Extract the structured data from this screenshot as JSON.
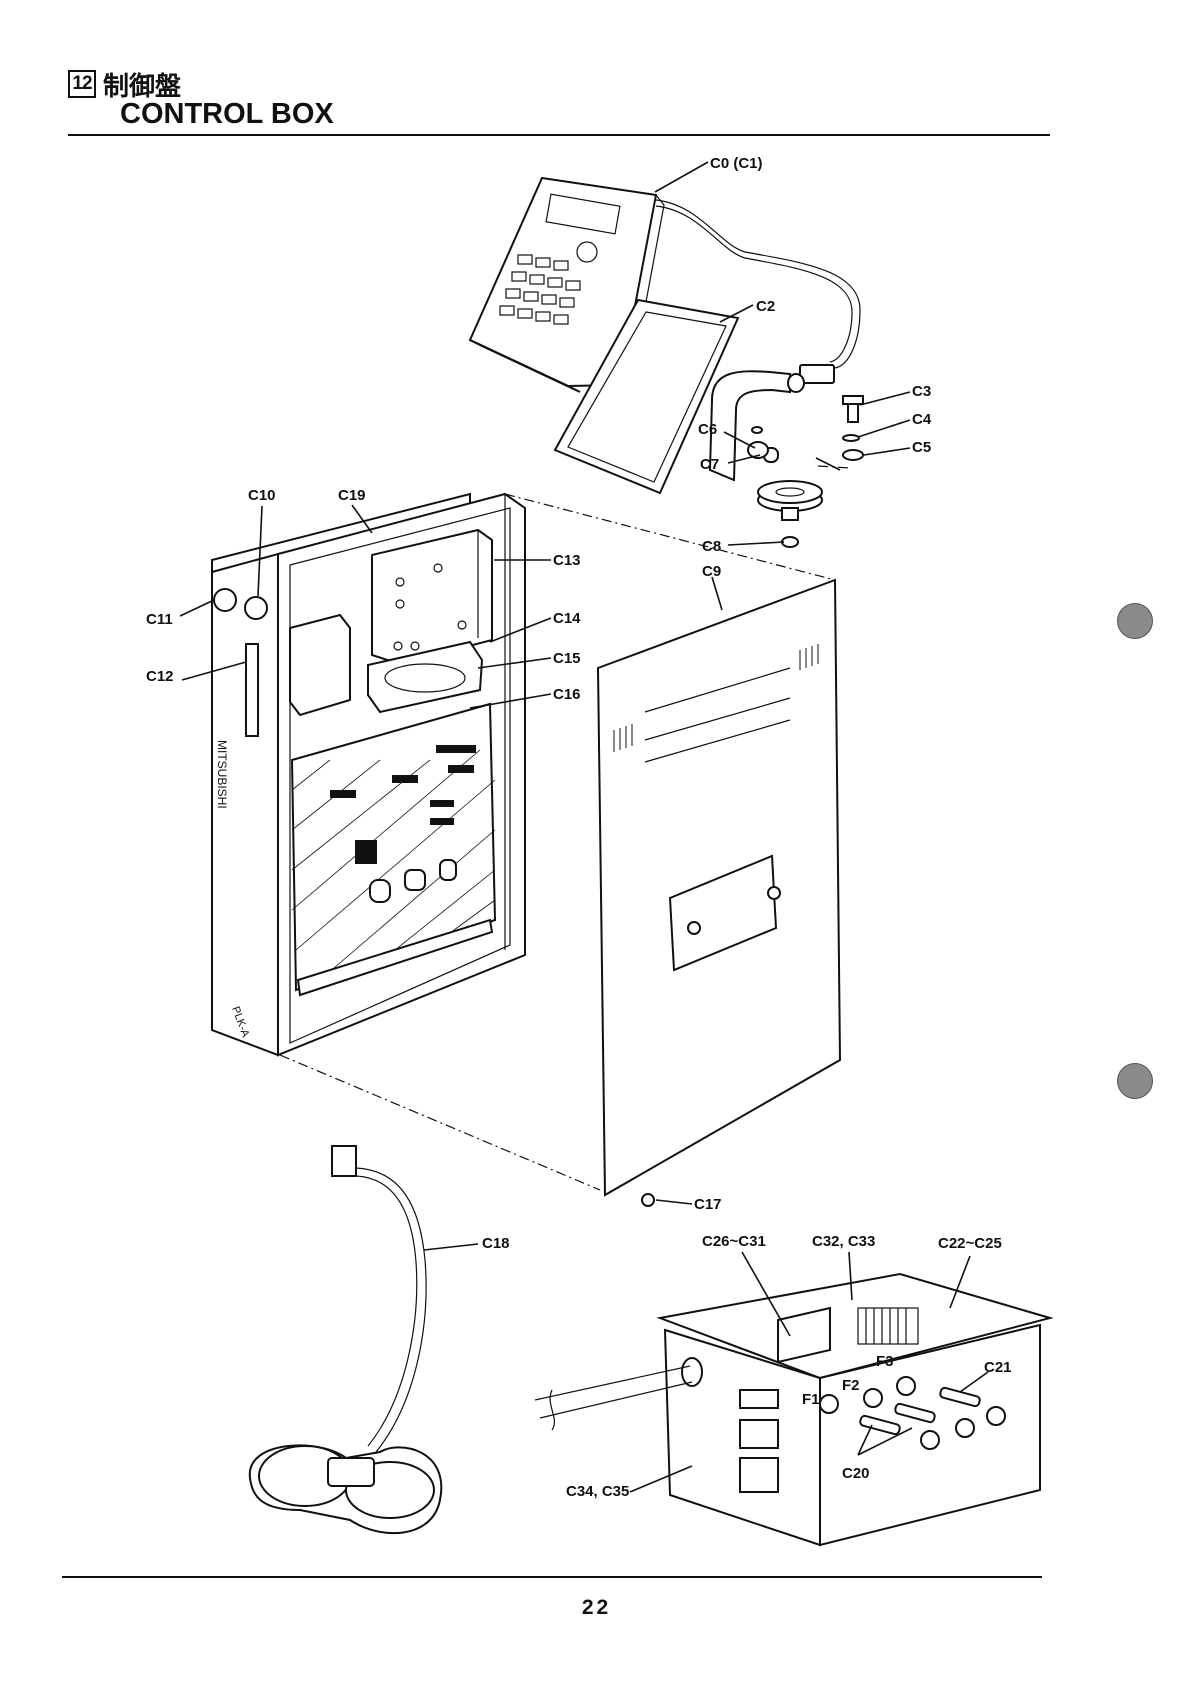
{
  "header": {
    "section_number": "12",
    "title_ja": "制御盤",
    "title_en": "CONTROL BOX"
  },
  "diagram": {
    "labels": {
      "c0": "C0 (C1)",
      "c2": "C2",
      "c3": "C3",
      "c4": "C4",
      "c5": "C5",
      "c6": "C6",
      "c7": "C7",
      "c8": "C8",
      "c9": "C9",
      "c10": "C10",
      "c11": "C11",
      "c12": "C12",
      "c13": "C13",
      "c14": "C14",
      "c15": "C15",
      "c16": "C16",
      "c17": "C17",
      "c18": "C18",
      "c19": "C19",
      "c20": "C20",
      "c21": "C21",
      "c22_c25": "C22~C25",
      "c26_c31": "C26~C31",
      "c32_c33": "C32, C33",
      "c34_c35": "C34, C35",
      "f1": "F1",
      "f2": "F2",
      "f3": "F3"
    },
    "product_text": {
      "brand": "MITSUBISHI",
      "model": "PLK-A"
    }
  },
  "footer": {
    "page_number": "22"
  }
}
